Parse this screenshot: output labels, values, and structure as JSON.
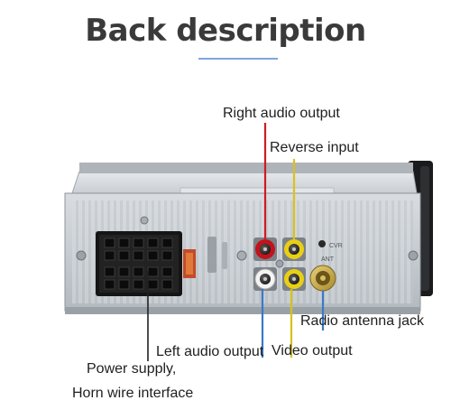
{
  "title": "Back description",
  "labels": {
    "right_audio": "Right audio output",
    "reverse": "Reverse input",
    "antenna": "Radio antenna jack",
    "left_audio": "Left audio output",
    "video": "Video output",
    "power_line1": "Power supply,",
    "power_line2": "Horn wire interface"
  },
  "panel_marks": {
    "cvr": "CVR",
    "ant": "ANT"
  },
  "colors": {
    "rca_red": "#c0141c",
    "rca_yellow": "#e8cf16",
    "rca_white": "#f4f4f4",
    "leader_red": "#cf1b23",
    "leader_yellow": "#d8c21a",
    "leader_blue": "#3a78c9",
    "leader_black": "#222222",
    "title_rule": "#7ea6dc"
  }
}
